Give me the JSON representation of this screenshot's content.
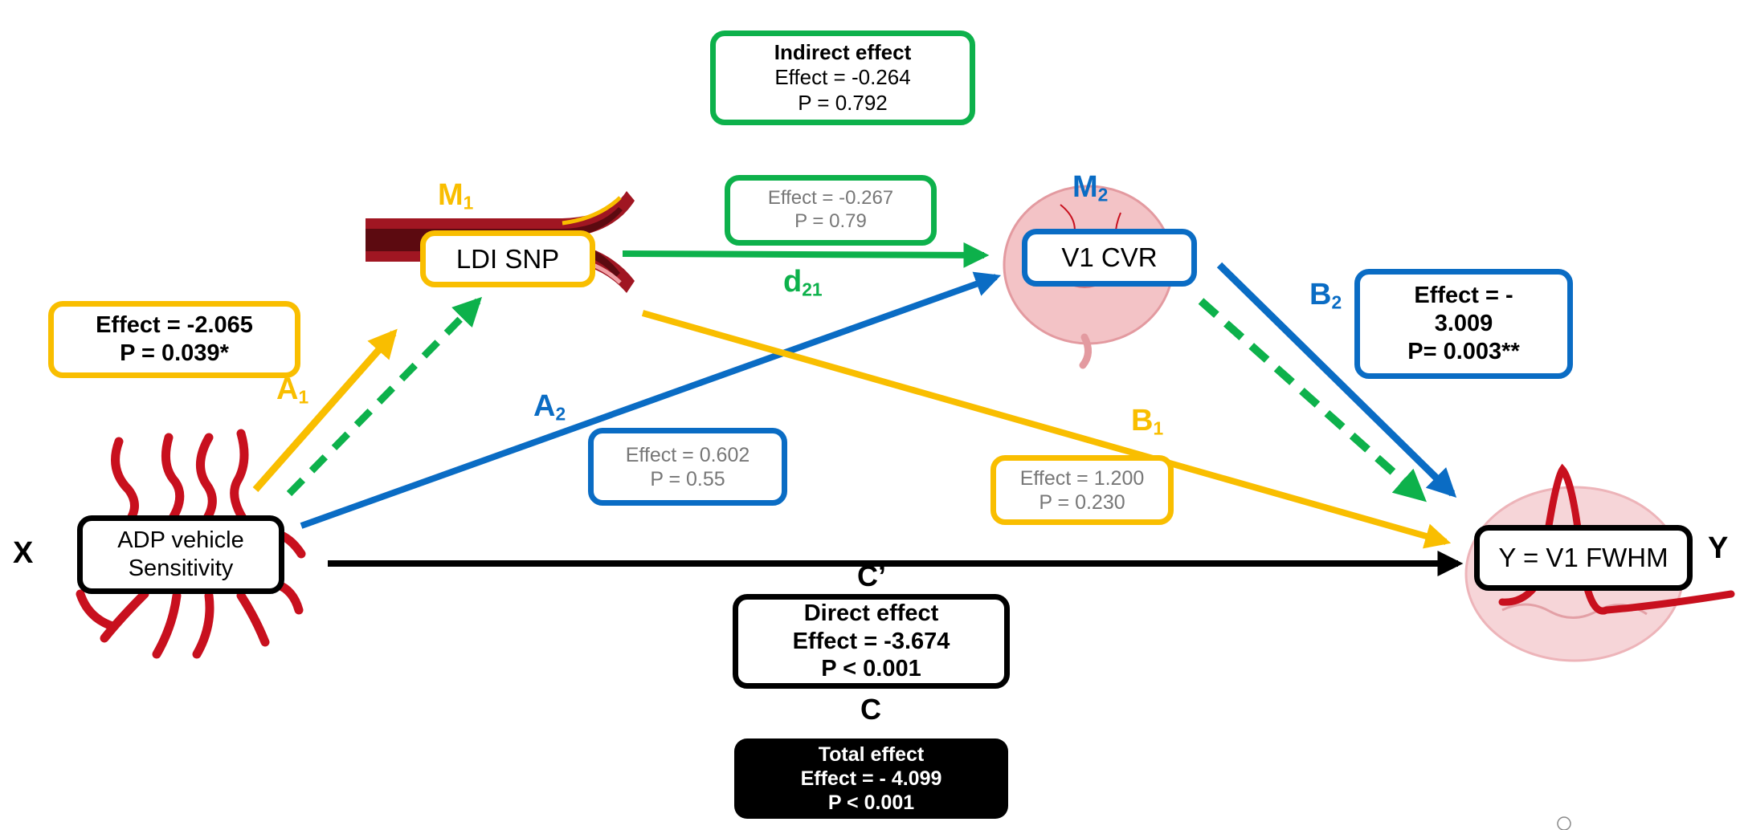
{
  "colors": {
    "yellow": "#F9BE00",
    "green": "#0DB14B",
    "blue": "#0A6CC4",
    "black": "#000000",
    "gray_text": "#777777",
    "vessel_red": "#C8101E",
    "brain_pink": "#F3C3C6"
  },
  "icons": {
    "x_icon": "blood-vessel-cells-icon",
    "m1_icon": "blood-vessel-icon",
    "m2_icon": "brain-icon",
    "y_icon": "brain-signal-icon"
  },
  "nodes": {
    "x": {
      "side_label": "X",
      "line1": "ADP vehicle",
      "line2": "Sensitivity"
    },
    "m1": {
      "tag": "M",
      "tag_sub": "1",
      "label": "LDI SNP"
    },
    "m2": {
      "tag": "M",
      "tag_sub": "2",
      "label": "V1 CVR"
    },
    "y": {
      "side_label": "Y",
      "label": "Y = V1 FWHM"
    }
  },
  "paths": {
    "a1": {
      "letter": "A",
      "sub": "1"
    },
    "a2": {
      "letter": "A",
      "sub": "2"
    },
    "b1": {
      "letter": "B",
      "sub": "1"
    },
    "b2": {
      "letter": "B",
      "sub": "2"
    },
    "d21": {
      "letter": "d",
      "sub": "21"
    },
    "c_prime": "C’",
    "c": "C"
  },
  "boxes": {
    "indirect": {
      "title": "Indirect effect",
      "effect": "Effect = -0.264",
      "p": "P = 0.792"
    },
    "d21": {
      "effect": "Effect = -0.267",
      "p": "P = 0.79"
    },
    "a1": {
      "effect": "Effect = -2.065",
      "p": "P = 0.039*"
    },
    "a2": {
      "effect": "Effect = 0.602",
      "p": "P = 0.55"
    },
    "b1": {
      "effect": "Effect = 1.200",
      "p": "P = 0.230"
    },
    "b2": {
      "line1": "Effect = -",
      "line2": "3.009",
      "p": "P= 0.003**"
    },
    "direct": {
      "title": "Direct effect",
      "effect": "Effect = -3.674",
      "p": "P < 0.001"
    },
    "total": {
      "title": "Total effect",
      "effect": "Effect = - 4.099",
      "p": "P < 0.001"
    }
  }
}
